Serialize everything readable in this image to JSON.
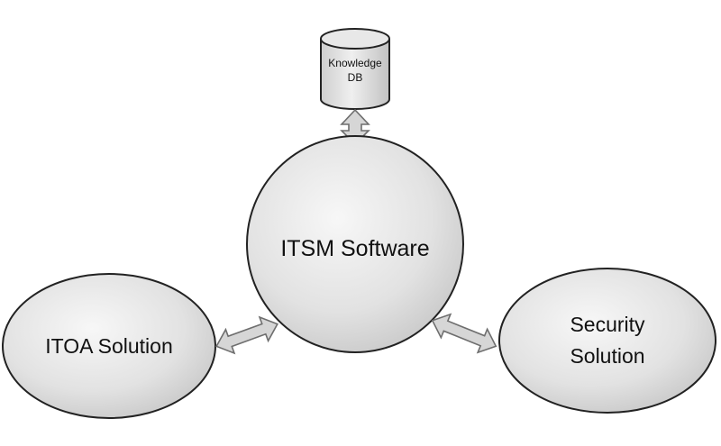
{
  "diagram": {
    "knowledge_db": {
      "line1": "Knowledge",
      "line2": "DB"
    },
    "itsm": {
      "label": "ITSM Software"
    },
    "itoa": {
      "label": "ITOA Solution"
    },
    "security": {
      "line1": "Security",
      "line2": "Solution"
    }
  },
  "colors": {
    "node_fill_light": "#f4f4f4",
    "node_fill_dark": "#c9c9c9",
    "stroke": "#222222",
    "arrow_fill": "#d6d6d6",
    "arrow_stroke": "#6e6e6e",
    "background": "#ffffff"
  },
  "connections": [
    {
      "from": "knowledge-db",
      "to": "itsm-software",
      "type": "bidirectional"
    },
    {
      "from": "itoa-solution",
      "to": "itsm-software",
      "type": "bidirectional"
    },
    {
      "from": "itsm-software",
      "to": "security-solution",
      "type": "bidirectional"
    }
  ]
}
